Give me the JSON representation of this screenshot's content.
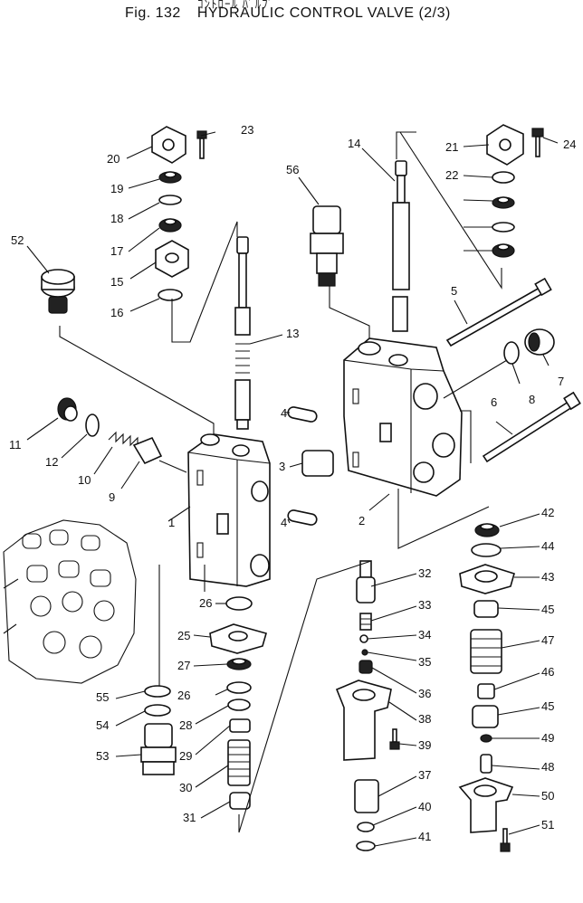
{
  "header": {
    "japanese_title": "ｺﾝﾄﾛｰﾙ ﾊﾞﾙﾌﾞ",
    "figure_number": "Fig. 132",
    "figure_title": "HYDRAULIC CONTROL VALVE (2/3)"
  },
  "callouts": [
    "1",
    "2",
    "3",
    "4",
    "5",
    "6",
    "7",
    "8",
    "9",
    "10",
    "11",
    "12",
    "13",
    "14",
    "15",
    "16",
    "17",
    "18",
    "19",
    "20",
    "21",
    "22",
    "23",
    "24",
    "25",
    "26",
    "27",
    "28",
    "29",
    "30",
    "31",
    "32",
    "33",
    "34",
    "35",
    "36",
    "37",
    "38",
    "39",
    "40",
    "41",
    "42",
    "43",
    "44",
    "45",
    "46",
    "47",
    "48",
    "49",
    "50",
    "51",
    "52",
    "53",
    "54",
    "55",
    "56"
  ]
}
